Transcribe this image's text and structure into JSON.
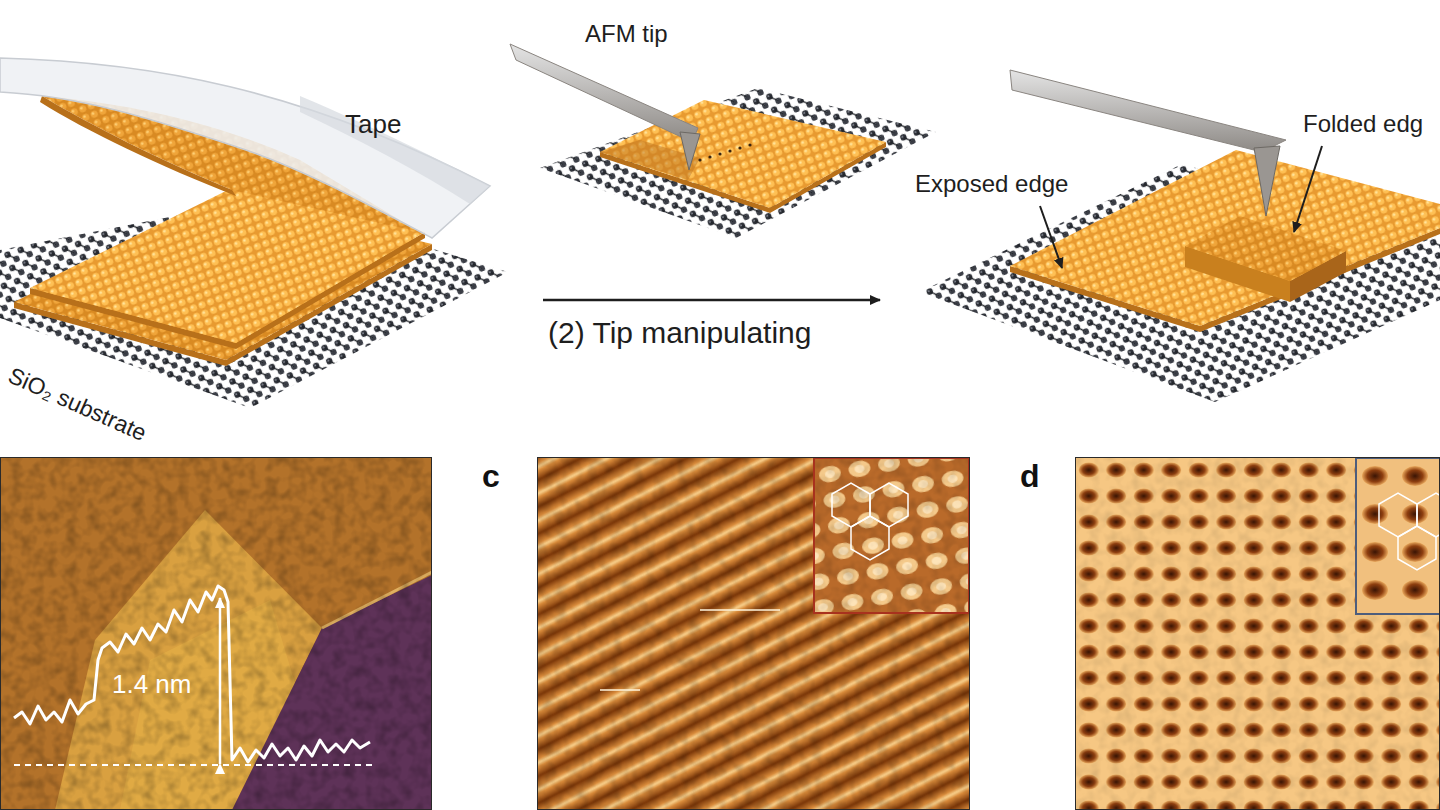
{
  "diagram": {
    "labels": [
      "Tape",
      "AFM tip",
      "Folded edg",
      "Exposed edge",
      "SiO₂ substrate",
      "(2) Tip manipulating",
      "1.4 nm",
      "c",
      "d"
    ]
  }
}
